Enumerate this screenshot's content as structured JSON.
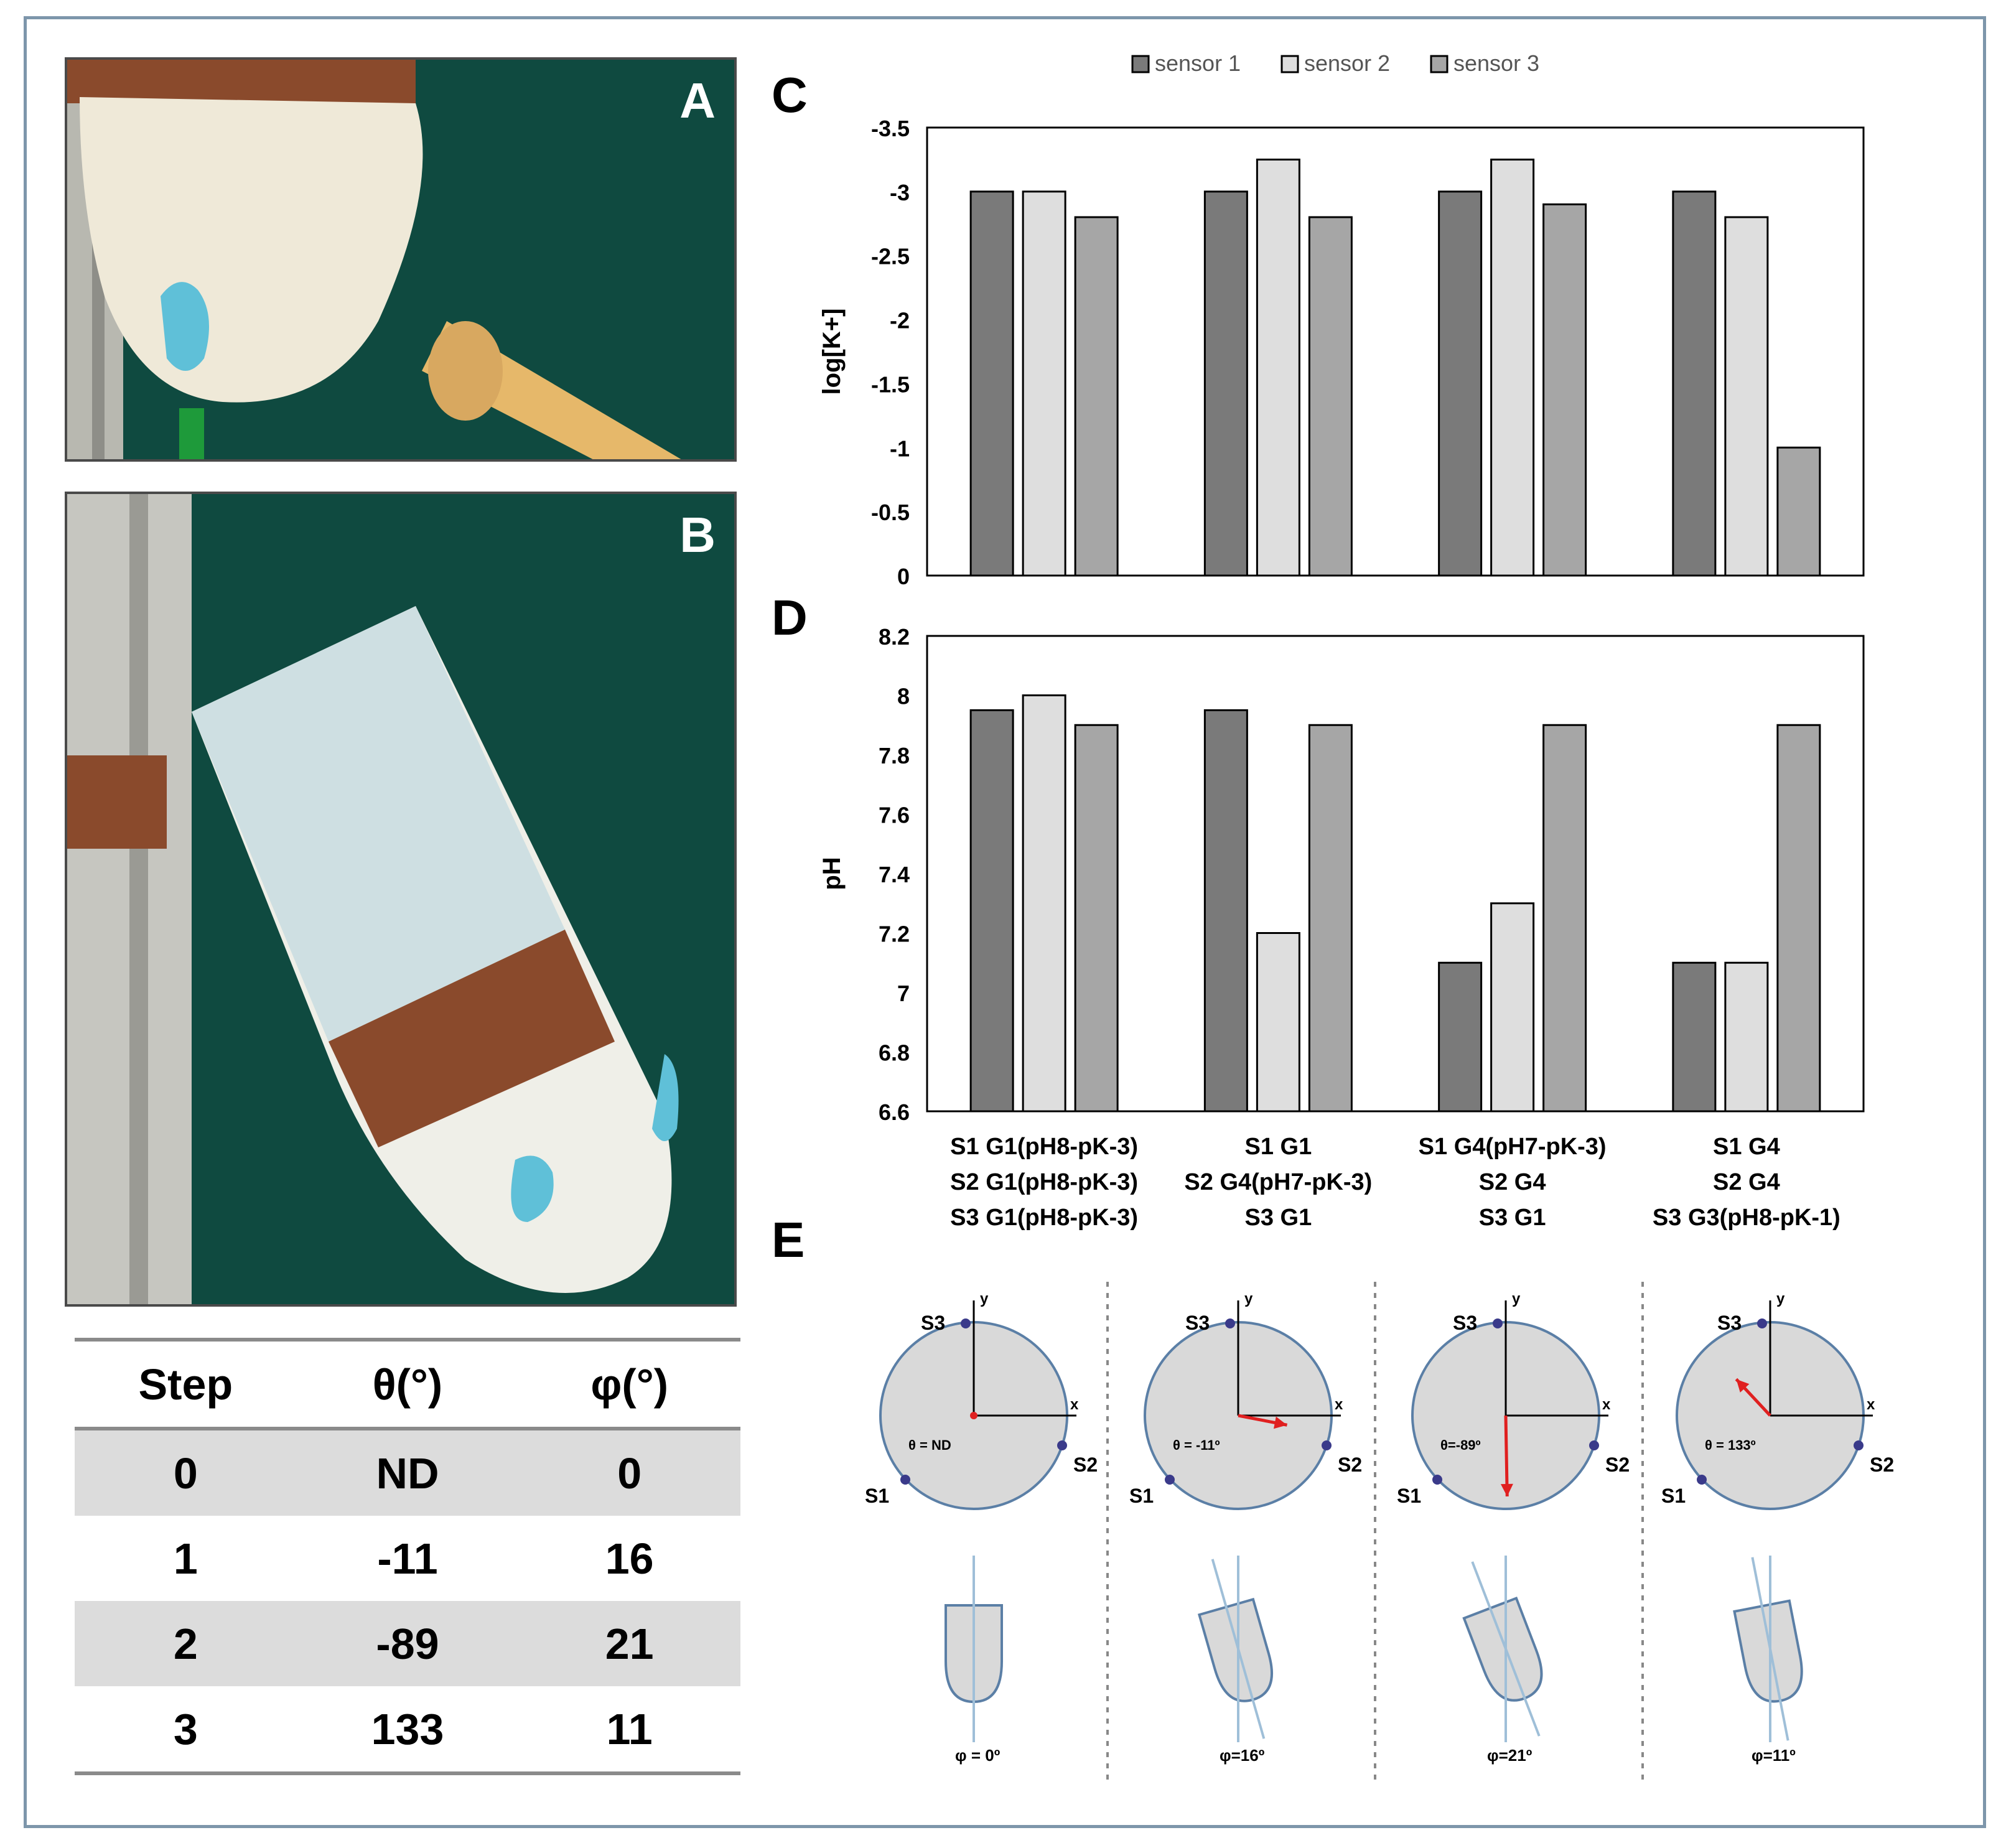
{
  "panels": {
    "A": "A",
    "B": "B",
    "C": "C",
    "D": "D",
    "E": "E"
  },
  "table": {
    "headers": [
      "Step",
      "θ(°)",
      "φ(°)"
    ],
    "rows": [
      [
        "0",
        "ND",
        "0"
      ],
      [
        "1",
        "-11",
        "16"
      ],
      [
        "2",
        "-89",
        "21"
      ],
      [
        "3",
        "133",
        "11"
      ]
    ]
  },
  "legend": [
    "sensor 1",
    "sensor 2",
    "sensor 3"
  ],
  "colors": {
    "sensor1": "#7a7a7a",
    "sensor2": "#dedede",
    "sensor3": "#a6a6a6",
    "frame": "#7d96ab",
    "arrow": "#e02020",
    "circle": "#d9d9d9",
    "circle_stroke": "#5b7fa6"
  },
  "chart_data": [
    {
      "type": "bar",
      "panel": "C",
      "ylabel": "log[K+]",
      "ylim": [
        0,
        -3.5
      ],
      "yticks": [
        "-3.5",
        "-3",
        "-2.5",
        "-2",
        "-1.5",
        "-1",
        "-0.5",
        "0"
      ],
      "series": [
        {
          "name": "sensor 1",
          "values": [
            -3,
            -3,
            -3,
            -3
          ]
        },
        {
          "name": "sensor 2",
          "values": [
            -3,
            -3.25,
            -3.25,
            -2.8
          ]
        },
        {
          "name": "sensor 3",
          "values": [
            -2.8,
            -2.8,
            -2.9,
            -1
          ]
        }
      ]
    },
    {
      "type": "bar",
      "panel": "D",
      "ylabel": "pH",
      "ylim": [
        6.6,
        8.2
      ],
      "yticks": [
        "8.2",
        "8",
        "7.8",
        "7.6",
        "7.4",
        "7.2",
        "7",
        "6.8",
        "6.6"
      ],
      "categories": [
        [
          "S1 G1(pH8-pK-3)",
          "S2 G1(pH8-pK-3)",
          "S3 G1(pH8-pK-3)"
        ],
        [
          "S1 G1",
          "S2 G4(pH7-pK-3)",
          "S3 G1"
        ],
        [
          "S1 G4(pH7-pK-3)",
          "S2 G4",
          "S3 G1"
        ],
        [
          "S1 G4",
          "S2 G4",
          "S3 G3(pH8-pK-1)"
        ]
      ],
      "series": [
        {
          "name": "sensor 1",
          "values": [
            7.95,
            7.95,
            7.1,
            7.1
          ]
        },
        {
          "name": "sensor 2",
          "values": [
            8.0,
            7.2,
            7.3,
            7.1
          ]
        },
        {
          "name": "sensor 3",
          "values": [
            7.9,
            7.9,
            7.9,
            7.9
          ]
        }
      ]
    }
  ],
  "diagrams": [
    {
      "theta_label": "θ = ND",
      "phi_label": "φ = 0º",
      "theta": null,
      "phi": 0
    },
    {
      "theta_label": "θ = -11º",
      "phi_label": "φ=16º",
      "theta": -11,
      "phi": 16
    },
    {
      "theta_label": "θ=-89º",
      "phi_label": "φ=21º",
      "theta": -89,
      "phi": 21
    },
    {
      "theta_label": "θ = 133º",
      "phi_label": "φ=11º",
      "theta": 133,
      "phi": 11
    }
  ],
  "axis_labels": {
    "x": "x",
    "y": "y",
    "s1": "S1",
    "s2": "S2",
    "s3": "S3"
  }
}
